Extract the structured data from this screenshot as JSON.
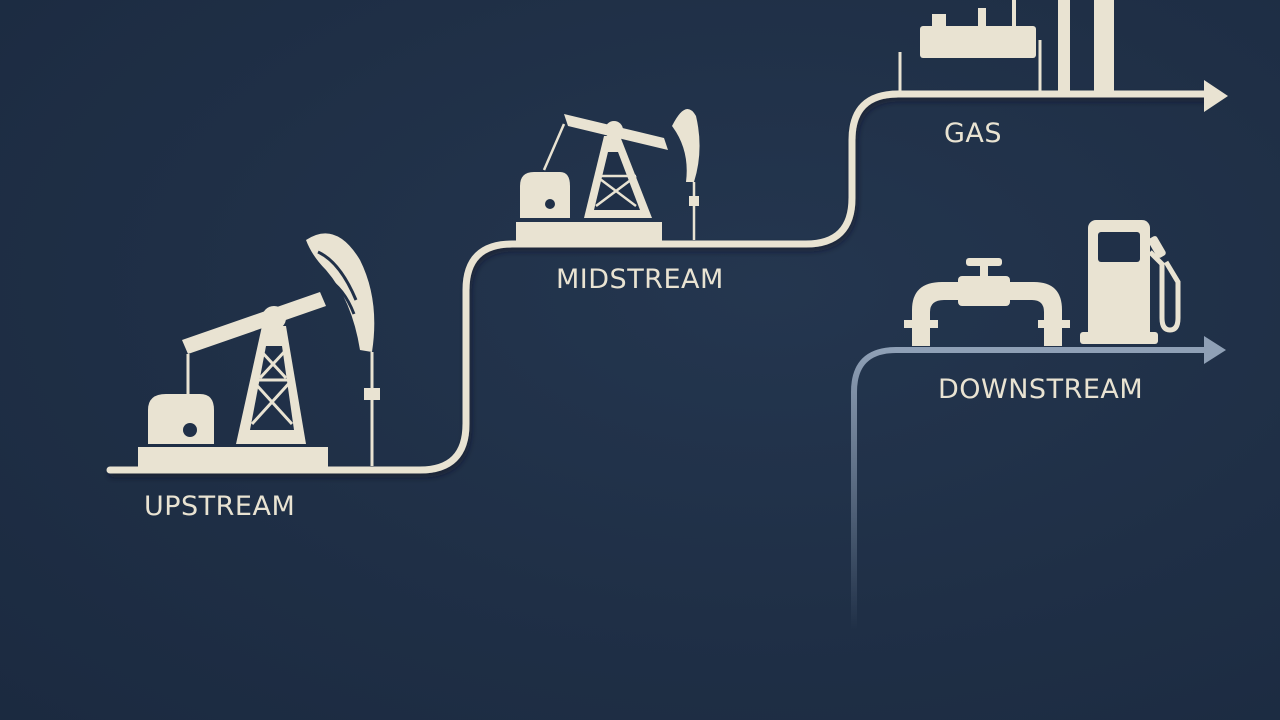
{
  "labels": {
    "upstream": "UPSTREAM",
    "midstream": "MIDSTREAM",
    "gas": "GAS",
    "downstream": "DOWNSTREAM"
  },
  "colors": {
    "background": "#203048",
    "line": "#e9e3d2",
    "downstream_line": "#7f90a6",
    "icon": "#e9e3d2",
    "icon_detail": "#203048"
  },
  "icons": [
    "pumpjack-icon",
    "pumpjack-icon",
    "refinery-icon",
    "pipeline-valve-icon",
    "fuel-pump-icon"
  ]
}
